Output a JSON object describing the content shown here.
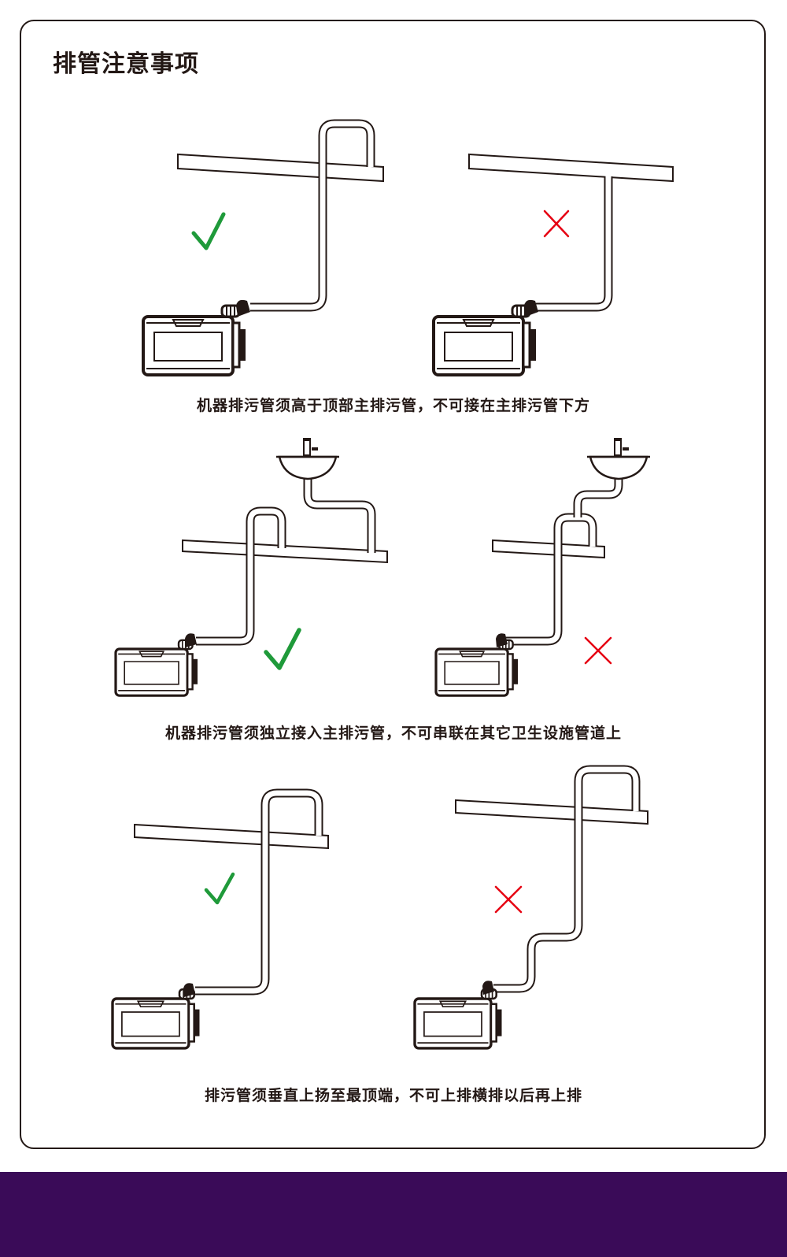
{
  "title": "排管注意事项",
  "captions": [
    "机器排污管须高于顶部主排污管，不可接在主排污管下方",
    "机器排污管须独立接入主排污管，不可串联在其它卫生设施管道上",
    "排污管须垂直上扬至最顶端，不可上排横排以后再上排"
  ],
  "colors": {
    "correct_mark": "#1f9a3a",
    "wrong_mark": "#e60012",
    "line": "#231815",
    "footer": "#3a0b58"
  },
  "marks": [
    {
      "scene": 1,
      "status": "correct",
      "icon": "check-icon"
    },
    {
      "scene": 1,
      "status": "wrong",
      "icon": "cross-icon"
    },
    {
      "scene": 2,
      "status": "correct",
      "icon": "check-icon"
    },
    {
      "scene": 2,
      "status": "wrong",
      "icon": "cross-icon"
    },
    {
      "scene": 3,
      "status": "correct",
      "icon": "check-icon"
    },
    {
      "scene": 3,
      "status": "wrong",
      "icon": "cross-icon"
    }
  ]
}
